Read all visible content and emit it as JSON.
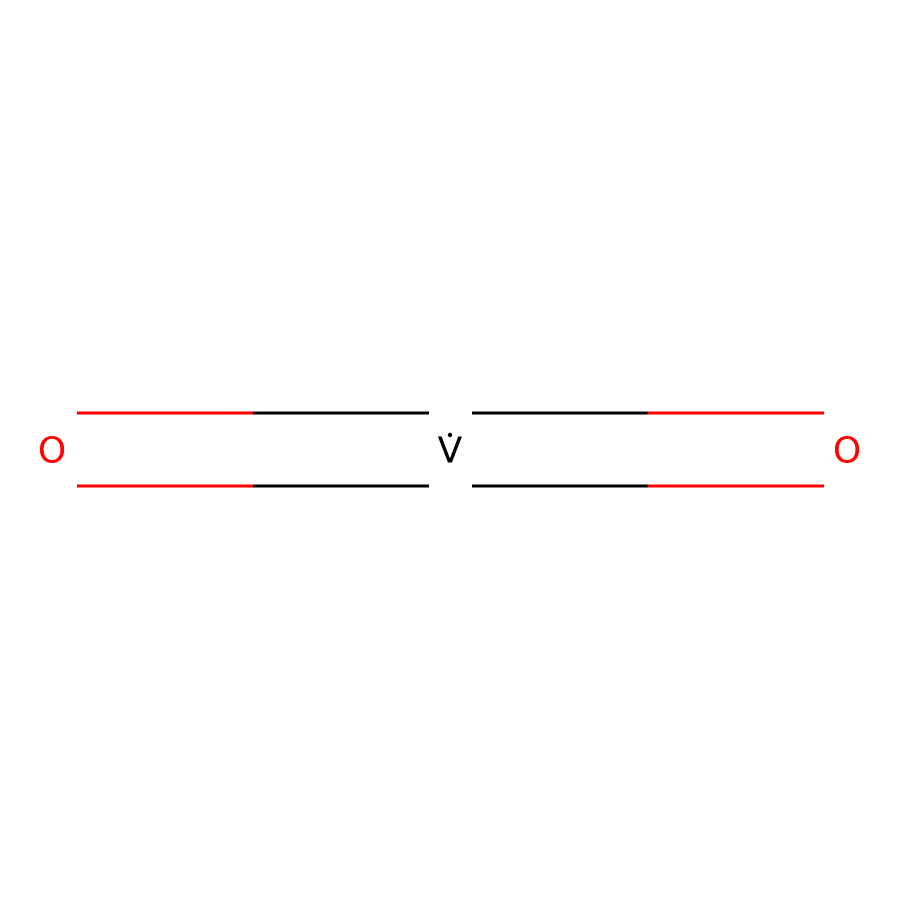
{
  "molecule": {
    "colors": {
      "carbon_bond": "#000000",
      "oxygen": "#ff0000",
      "vanadium": "#000000",
      "background": "#ffffff"
    },
    "atoms": [
      {
        "id": "o-left",
        "element": "O",
        "label": "O"
      },
      {
        "id": "v-center",
        "element": "V",
        "label": "V",
        "radical": true
      },
      {
        "id": "o-right",
        "element": "O",
        "label": "O"
      }
    ],
    "bonds": [
      {
        "from": "o-left",
        "to": "v-center",
        "order": 2
      },
      {
        "from": "v-center",
        "to": "o-right",
        "order": 2
      }
    ]
  }
}
